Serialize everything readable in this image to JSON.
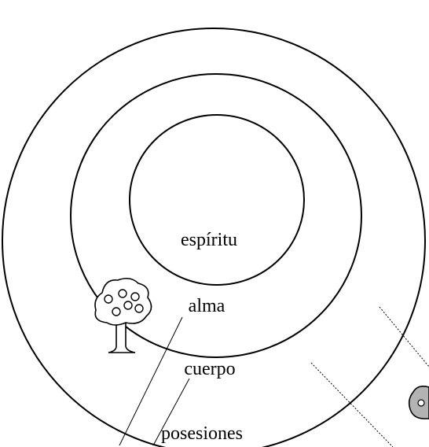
{
  "diagram": {
    "labels": {
      "spirit": "espíritu",
      "soul": "alma",
      "body": "cuerpo",
      "possessions": "posesiones"
    }
  }
}
